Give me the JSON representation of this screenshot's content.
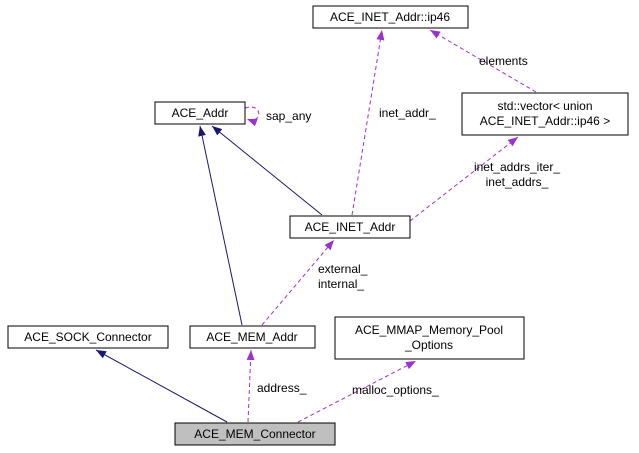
{
  "nodes": {
    "ace_inet_addr_ip46": {
      "label": "ACE_INET_Addr::ip46"
    },
    "std_vector": {
      "line1": "std::vector< union",
      "line2": "ACE_INET_Addr::ip46 >"
    },
    "ace_addr": {
      "label": "ACE_Addr"
    },
    "ace_inet_addr": {
      "label": "ACE_INET_Addr"
    },
    "ace_sock_connector": {
      "label": "ACE_SOCK_Connector"
    },
    "ace_mem_addr": {
      "label": "ACE_MEM_Addr"
    },
    "ace_mmap_memory_pool_options": {
      "line1": "ACE_MMAP_Memory_Pool",
      "line2": "_Options"
    },
    "ace_mem_connector": {
      "label": "ACE_MEM_Connector"
    }
  },
  "edges": {
    "sap_any": {
      "label": "sap_any"
    },
    "inet_addr": {
      "label": "inet_addr_"
    },
    "elements": {
      "label": "elements"
    },
    "inet_addrs": {
      "line1": "inet_addrs_iter_",
      "line2": "inet_addrs_"
    },
    "external_internal": {
      "line1": "external_",
      "line2": "internal_"
    },
    "address": {
      "label": "address_"
    },
    "malloc_options": {
      "label": "malloc_options_"
    }
  },
  "colors": {
    "inheritance_edge": "#191970",
    "usage_edge": "#9a32cd",
    "node_border": "#000000",
    "node_fill": "#ffffff",
    "selected_node_fill": "#bfbfbf",
    "text": "#000000",
    "background": "#ffffff"
  }
}
